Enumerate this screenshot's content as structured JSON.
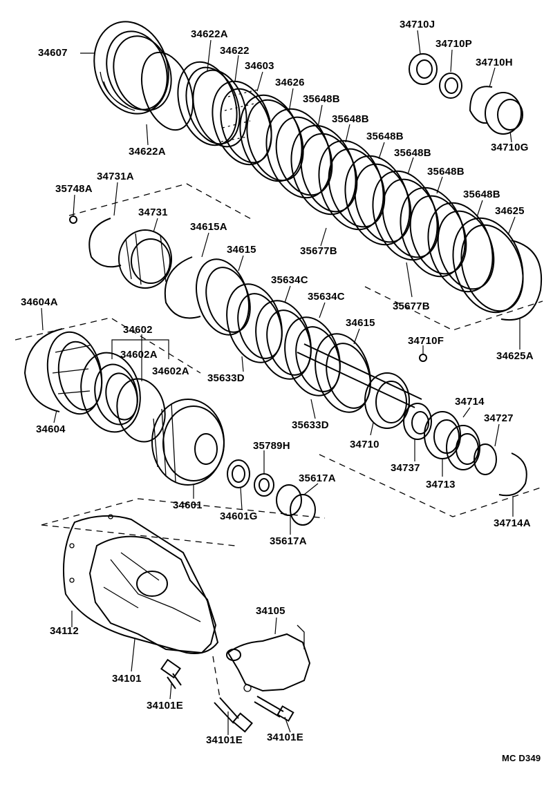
{
  "diagram_code": "MC D349",
  "labels": [
    {
      "id": "l1",
      "text": "34607"
    },
    {
      "id": "l2",
      "text": "34622A"
    },
    {
      "id": "l3",
      "text": "34622"
    },
    {
      "id": "l4",
      "text": "34603"
    },
    {
      "id": "l5",
      "text": "34626"
    },
    {
      "id": "l6",
      "text": "35648B"
    },
    {
      "id": "l7",
      "text": "35648B"
    },
    {
      "id": "l8",
      "text": "35648B"
    },
    {
      "id": "l9",
      "text": "35648B"
    },
    {
      "id": "l10",
      "text": "35648B"
    },
    {
      "id": "l11",
      "text": "35648B"
    },
    {
      "id": "l12",
      "text": "34625"
    },
    {
      "id": "l13",
      "text": "34622A"
    },
    {
      "id": "l14",
      "text": "34710J"
    },
    {
      "id": "l15",
      "text": "34710P"
    },
    {
      "id": "l16",
      "text": "34710H"
    },
    {
      "id": "l17",
      "text": "34710G"
    },
    {
      "id": "l18",
      "text": "34731A"
    },
    {
      "id": "l19",
      "text": "35748A"
    },
    {
      "id": "l20",
      "text": "34731"
    },
    {
      "id": "l21",
      "text": "34615A"
    },
    {
      "id": "l22",
      "text": "34615"
    },
    {
      "id": "l23",
      "text": "35677B"
    },
    {
      "id": "l24",
      "text": "35677B"
    },
    {
      "id": "l25",
      "text": "35634C"
    },
    {
      "id": "l26",
      "text": "35634C"
    },
    {
      "id": "l27",
      "text": "34615"
    },
    {
      "id": "l28",
      "text": "34604A"
    },
    {
      "id": "l29",
      "text": "34602"
    },
    {
      "id": "l30",
      "text": "34602A"
    },
    {
      "id": "l31",
      "text": "34602A"
    },
    {
      "id": "l32",
      "text": "34604"
    },
    {
      "id": "l33",
      "text": "35633D"
    },
    {
      "id": "l34",
      "text": "35633D"
    },
    {
      "id": "l35",
      "text": "34710F"
    },
    {
      "id": "l36",
      "text": "34625A"
    },
    {
      "id": "l37",
      "text": "34714"
    },
    {
      "id": "l38",
      "text": "34727"
    },
    {
      "id": "l39",
      "text": "34710"
    },
    {
      "id": "l40",
      "text": "34737"
    },
    {
      "id": "l41",
      "text": "34713"
    },
    {
      "id": "l42",
      "text": "34714A"
    },
    {
      "id": "l43",
      "text": "35789H"
    },
    {
      "id": "l44",
      "text": "35617A"
    },
    {
      "id": "l45",
      "text": "35617A"
    },
    {
      "id": "l46",
      "text": "34601"
    },
    {
      "id": "l47",
      "text": "34601G"
    },
    {
      "id": "l48",
      "text": "34112"
    },
    {
      "id": "l49",
      "text": "34105"
    },
    {
      "id": "l50",
      "text": "34101"
    },
    {
      "id": "l51",
      "text": "34101E"
    },
    {
      "id": "l52",
      "text": "34101E"
    },
    {
      "id": "l53",
      "text": "34101E"
    }
  ]
}
